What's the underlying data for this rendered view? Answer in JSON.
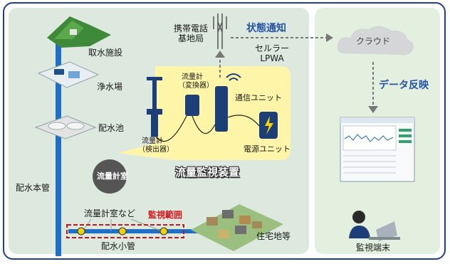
{
  "facilities": {
    "intake": "取水施設",
    "purification": "浄水場",
    "distribution_reservoir": "配水池",
    "main_pipe": "配水本管",
    "meter_room": "流量計室",
    "meter_rooms_etc": "流量計室など",
    "monitoring_range": "監視範囲",
    "small_pipe": "配水小管",
    "residential": "住宅地等"
  },
  "device": {
    "title": "流量監視装置",
    "flowmeter_converter": [
      "流量計",
      "（変換器）"
    ],
    "flowmeter_detector": [
      "流量計",
      "（検出器）"
    ],
    "comm_unit": "通信ユニット",
    "power_unit": "電源ユニット"
  },
  "network": {
    "base_station": [
      "携帯電話",
      "基地局"
    ],
    "status_notification": "状態通知",
    "cellular": [
      "セルラー",
      "LPWA"
    ],
    "cloud": "クラウド",
    "data_reflection": "データ反映",
    "monitoring_terminal": "監視端末"
  },
  "colors": {
    "accent_blue": "#2654a8",
    "alert_red": "#d8171c",
    "pipe_blue": "#1f6fc4",
    "callout_yellow": "#fff5a8"
  }
}
